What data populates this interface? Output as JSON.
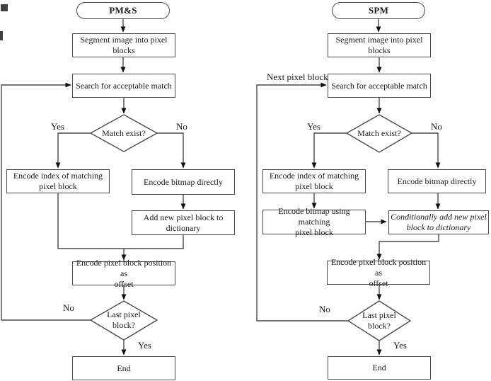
{
  "colors": {
    "background": "#ffffff",
    "line": "#4a4a4a",
    "arrowhead": "#111111",
    "text": "#1a1a1a",
    "node_fill": "#ffffff"
  },
  "left_chart": {
    "title": "PM&S",
    "nodes": {
      "segment": "Segment image into pixel\nblocks",
      "search": "Search for acceptable match",
      "match_decision": "Match exist?",
      "encode_index": "Encode index of matching\npixel block",
      "encode_bitmap": "Encode bitmap directly",
      "add_new": "Add new pixel block to\ndictionary",
      "offset": "Encode pixel block position as\noffset",
      "last_decision": "Last pixel\nblock?",
      "end": "End"
    },
    "labels": {
      "yes_match": "Yes",
      "no_match": "No",
      "no_last": "No",
      "yes_last": "Yes"
    }
  },
  "right_chart": {
    "title": "SPM",
    "nodes": {
      "segment": "Segment image into pixel\nblocks",
      "search": "Search for acceptable match",
      "match_decision": "Match exist?",
      "encode_index": "Encode index of matching\npixel block",
      "encode_bitmap": "Encode bitmap directly",
      "encode_bitmap_matching": "Encode bitmap using matching\npixel block",
      "conditional_add": "Conditionally add new pixel\nblock to dictionary",
      "offset": "Encode pixel block position as\noffset",
      "last_decision": "Last pixel\nblock?",
      "end": "End"
    },
    "labels": {
      "next_block": "Next pixel block",
      "yes_match": "Yes",
      "no_match": "No",
      "no_last": "No",
      "yes_last": "Yes"
    }
  }
}
